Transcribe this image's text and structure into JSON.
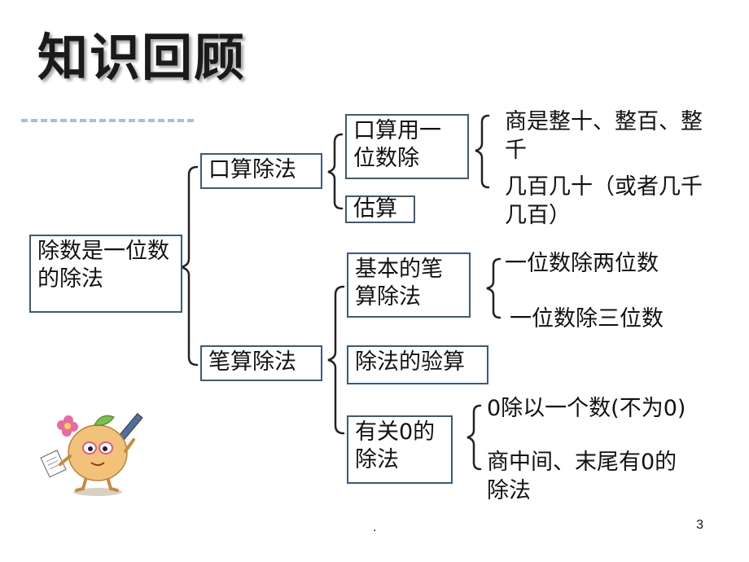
{
  "title": "知识回顾",
  "root": "除数是一位数的除法",
  "branches": {
    "oral": "口算除法",
    "written": "笔算除法"
  },
  "oral_children": {
    "oral_one_digit": "口算用一位数除",
    "estimate": "估算"
  },
  "oral_leaves": {
    "leaf1": "商是整十、整百、整千",
    "leaf2": "几百几十（或者几千几百）"
  },
  "written_children": {
    "basic": "基本的笔算除法",
    "check": "除法的验算",
    "zero": "有关0的除法"
  },
  "basic_leaves": {
    "leaf1": "一位数除两位数",
    "leaf2": "一位数除三位数"
  },
  "zero_leaves": {
    "leaf1": "0除以一个数(不为0)",
    "leaf2": "商中间、末尾有0的除法"
  },
  "footer": {
    "dot": ".",
    "page": "3"
  },
  "colors": {
    "box_border": "#3c5a78",
    "brace": "#222222",
    "dash": "#a9c0d6"
  }
}
